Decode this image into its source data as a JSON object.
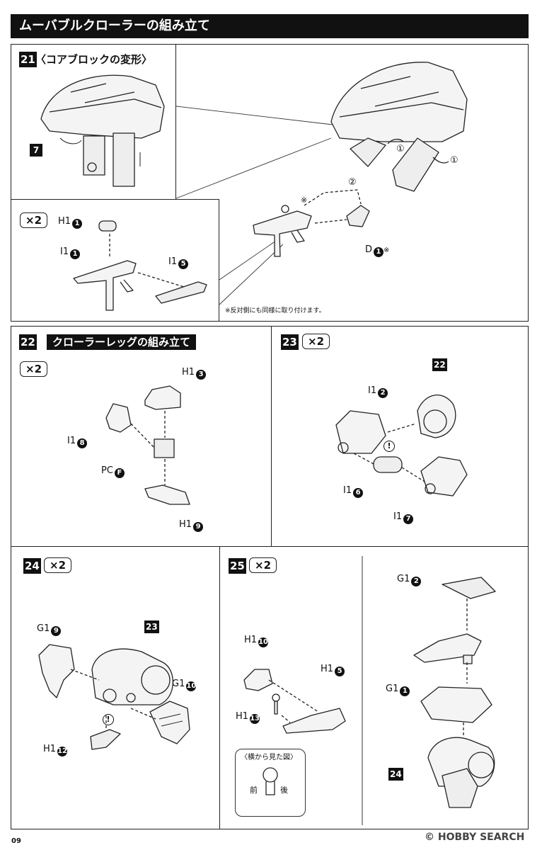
{
  "header": {
    "title": "ムーバブルクローラーの組み立て"
  },
  "step21": {
    "number": "21",
    "title": "〈コアブロックの変形〉",
    "ref_seven": "7",
    "times": "×2",
    "circled_one": "①",
    "circled_two": "②",
    "star": "※",
    "parts": {
      "h1": "H1",
      "h1_num": "1",
      "i1a": "I1",
      "i1a_num": "1",
      "i1b": "I1",
      "i1b_num": "5",
      "d": "D",
      "d_num": "1",
      "d_mark": "※"
    },
    "note": "※反対側にも同様に取り付けます。"
  },
  "step22": {
    "number": "22",
    "title": "クローラーレッグの組み立て",
    "times": "×2",
    "parts": {
      "h1_top": "H1",
      "h1_top_num": "3",
      "i1": "I1",
      "i1_num": "8",
      "pc": "PC",
      "pc_num": "F",
      "h1_bottom": "H1",
      "h1_bottom_num": "9"
    }
  },
  "step23": {
    "number": "23",
    "times": "×2",
    "ref": "22",
    "excl": "!",
    "parts": {
      "i1_top": "I1",
      "i1_top_num": "2",
      "i1_mid": "I1",
      "i1_mid_num": "6",
      "i1_bot": "I1",
      "i1_bot_num": "7"
    }
  },
  "step24": {
    "number": "24",
    "times": "×2",
    "ref": "23",
    "excl": "!",
    "parts": {
      "g1a": "G1",
      "g1a_num": "9",
      "g1b": "G1",
      "g1b_num": "10",
      "h1": "H1",
      "h1_num": "12"
    }
  },
  "step25": {
    "number": "25",
    "times": "×2",
    "ref": "24",
    "parts": {
      "h1a": "H1",
      "h1a_num": "10",
      "h1b": "H1",
      "h1b_num": "5",
      "h1c": "H1",
      "h1c_num": "13",
      "g1a": "G1",
      "g1a_num": "2",
      "g1b": "G1",
      "g1b_num": "1"
    },
    "side_view": {
      "title": "〈横から見た図〉",
      "front": "前",
      "back": "後"
    }
  },
  "footer": {
    "page": "09",
    "watermark": "© HOBBY SEARCH"
  }
}
